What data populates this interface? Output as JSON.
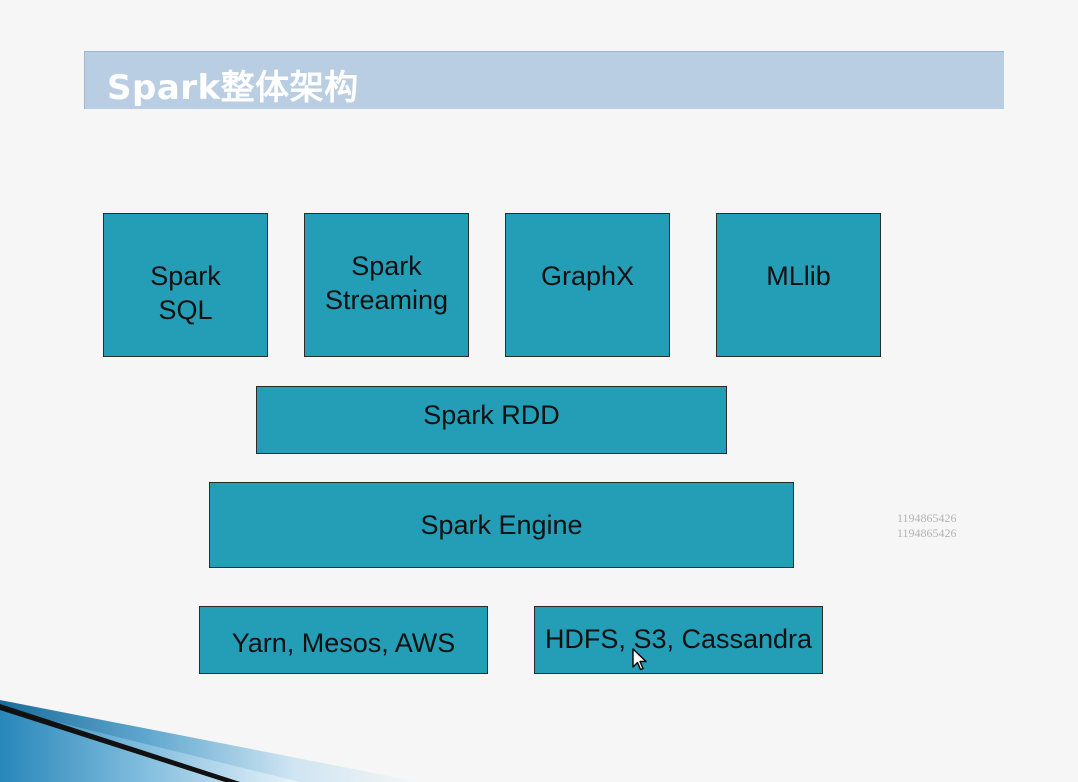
{
  "slide": {
    "title": "Spark整体架构"
  },
  "diagram": {
    "spark_sql": [
      "Spark",
      "SQL"
    ],
    "spark_streaming": [
      "Spark",
      "Streaming"
    ],
    "graphx": "GraphX",
    "mllib": "MLlib",
    "spark_rdd": "Spark RDD",
    "spark_engine": "Spark Engine",
    "cluster_managers": "Yarn, Mesos, AWS",
    "storage": "HDFS, S3, Cassandra"
  },
  "watermark": [
    "1194865426",
    "1194865426"
  ],
  "colors": {
    "box_fill": "#249db7",
    "box_border": "#2b2b2b",
    "title_bar": "#b9cde3",
    "background": "#f6f6f6"
  }
}
